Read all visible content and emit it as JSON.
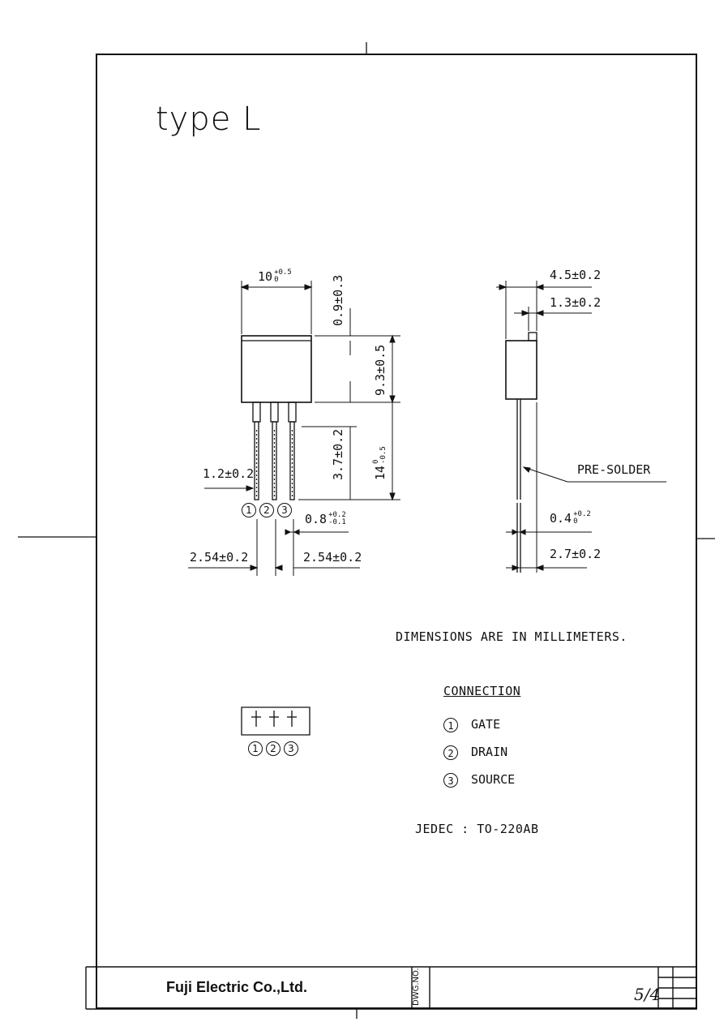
{
  "title": "type L",
  "dimensions": {
    "body_width": "10",
    "body_width_tol_plus": "+0.5",
    "body_width_tol_minus": "0",
    "tab_gap": "0.9±0.3",
    "body_height": "9.3±0.5",
    "lead_length": "14",
    "lead_length_tol_plus": "0",
    "lead_length_tol_minus": "-0.5",
    "lead_shoulder": "3.7±0.2",
    "lead_width_upper": "1.2±0.2",
    "lead_width_lower": "0.8",
    "lead_width_lower_tol_plus": "+0.2",
    "lead_width_lower_tol_minus": "-0.1",
    "pitch_left": "2.54±0.2",
    "pitch_right": "2.54±0.2",
    "side_thickness": "4.5±0.2",
    "tab_thickness": "1.3±0.2",
    "lead_thickness": "0.4",
    "lead_thickness_tol_plus": "+0.2",
    "lead_thickness_tol_minus": "0",
    "lead_offset": "2.7±0.2",
    "pre_solder": "PRE-SOLDER"
  },
  "pins": [
    "1",
    "2",
    "3"
  ],
  "notes": {
    "dims": "DIMENSIONS ARE IN MILLIMETERS.",
    "connection_heading": "CONNECTION",
    "connections": [
      {
        "num": "1",
        "name": "GATE"
      },
      {
        "num": "2",
        "name": "DRAIN"
      },
      {
        "num": "3",
        "name": "SOURCE"
      }
    ],
    "jedec": "JEDEC : TO-220AB"
  },
  "title_block": {
    "company": "Fuji Electric Co.,Ltd.",
    "dwg_label": "DWG.NO.",
    "sheet": "5/4"
  }
}
